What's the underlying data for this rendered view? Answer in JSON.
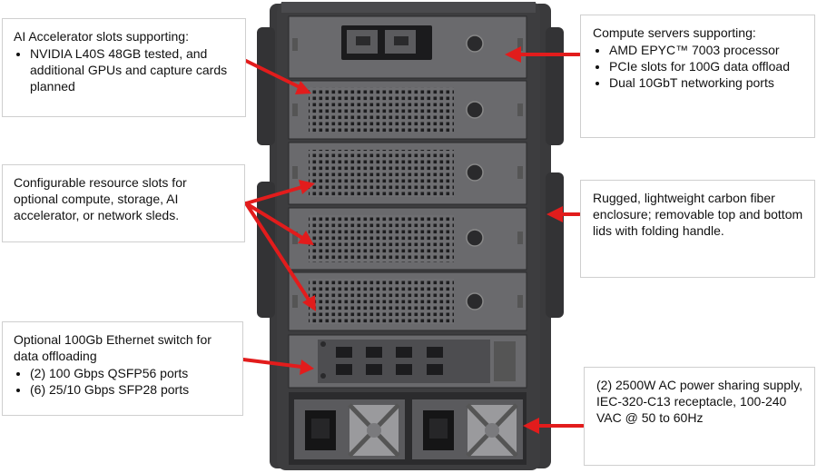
{
  "callouts": {
    "ai_slots": {
      "title": "AI Accelerator slots supporting:",
      "bullets": [
        "NVIDIA L40S 48GB tested, and additional GPUs and capture cards planned"
      ]
    },
    "compute": {
      "title": "Compute servers supporting:",
      "bullets": [
        "AMD EPYC™ 7003 processor",
        "PCIe slots for 100G data offload",
        "Dual 10GbT networking ports"
      ]
    },
    "config_slots": {
      "title": "Configurable resource slots for optional compute, storage, AI accelerator, or network sleds.",
      "bullets": []
    },
    "enclosure": {
      "title": "Rugged, lightweight carbon fiber enclosure; removable top and bottom lids with folding handle.",
      "bullets": []
    },
    "switch": {
      "title": "Optional 100Gb Ethernet switch for data offloading",
      "bullets": [
        "(2) 100 Gbps QSFP56 ports",
        "(6) 25/10 Gbps SFP28 ports"
      ]
    },
    "power": {
      "title": "(2) 2500W AC power sharing supply, IEC-320-C13 receptacle, 100-240 VAC @ 50 to 60Hz",
      "bullets": []
    }
  },
  "colors": {
    "arrow": "#e21c1c",
    "chassis": "#3d3d3f",
    "panel": "#6b6b6e",
    "box_border": "#cfcfcf"
  }
}
